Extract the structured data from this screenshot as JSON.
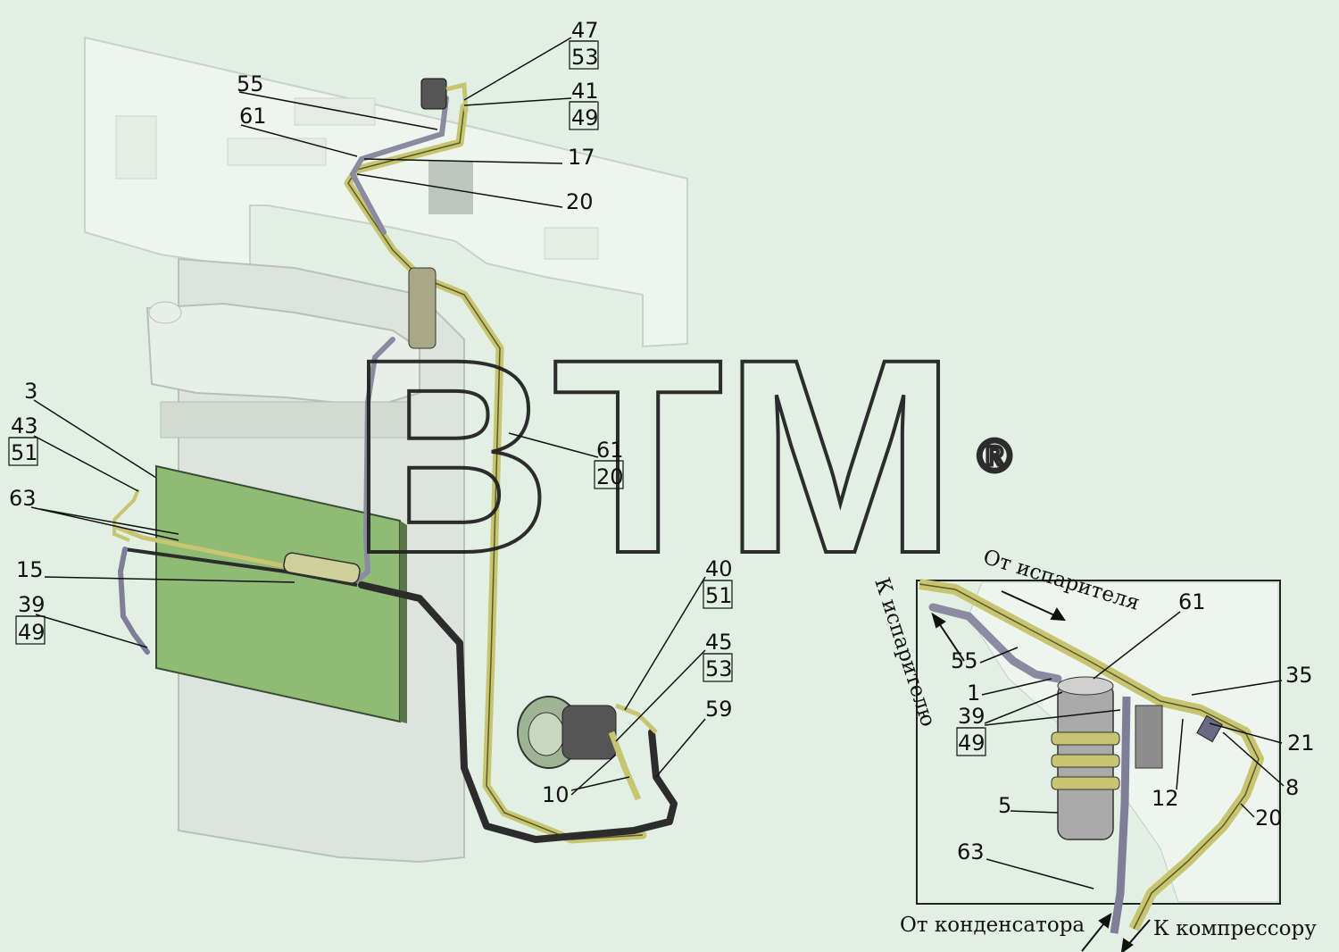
{
  "watermark": {
    "text": "BTM",
    "registered": "®"
  },
  "main_view": {
    "labels": {
      "l47": "47",
      "l53a": "53",
      "l41": "41",
      "l49a": "49",
      "l55": "55",
      "l61a": "61",
      "l17": "17",
      "l20a": "20",
      "l3": "3",
      "l43": "43",
      "l51a": "51",
      "l63": "63",
      "l15": "15",
      "l39": "39",
      "l49b": "49",
      "l61b": "61",
      "l20b": "20",
      "l40": "40",
      "l51b": "51",
      "l45": "45",
      "l53b": "53",
      "l59": "59",
      "l10": "10"
    }
  },
  "detail_view": {
    "labels": {
      "d61": "61",
      "d55": "55",
      "d1": "1",
      "d39": "39",
      "d49": "49",
      "d35": "35",
      "d21": "21",
      "d8": "8",
      "d12": "12",
      "d20": "20",
      "d5": "5",
      "d63": "63"
    },
    "notes": {
      "from_evaporator": "От испарителя",
      "to_evaporator": "К испарителю",
      "from_condenser": "От конденсатора",
      "to_compressor": "К компрессору"
    }
  },
  "colors": {
    "background": "#e2f0e3",
    "condenser": "#8fbb74",
    "panel": "#eef5ee",
    "tube_yellow": "#c7c472",
    "hose_dark": "#2c2c2c",
    "hose_purple": "#8a8aa0"
  }
}
